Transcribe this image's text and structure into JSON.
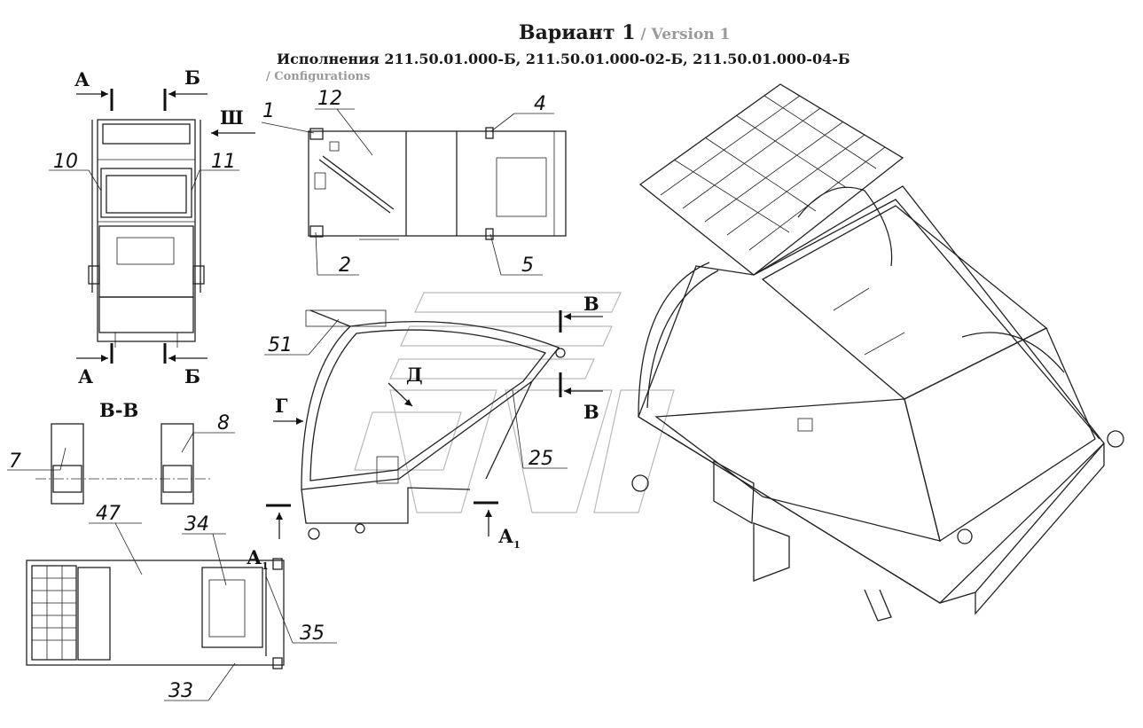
{
  "title": {
    "main": "Вариант 1",
    "en": " / Version 1"
  },
  "subtitle": {
    "main": "Исполнения 211.50.01.000-Б,  211.50.01.000-02-Б, 211.50.01.000-04-Б",
    "en": "/ Configurations"
  },
  "section_labels": {
    "a_top": "А",
    "b_top": "Б",
    "sh": "Ш",
    "a_bottom": "А",
    "b_bottom": "Б",
    "vv_title": "В-В",
    "v_top": "В",
    "v_bottom": "В",
    "g": "Г",
    "d": "Д",
    "a1_left": "А",
    "a1_left_sub": "1",
    "a1_right": "А",
    "a1_right_sub": "1"
  },
  "callouts": {
    "c1": "1",
    "c2": "2",
    "c4": "4",
    "c5": "5",
    "c7": "7",
    "c8": "8",
    "c10": "10",
    "c11": "11",
    "c12": "12",
    "c25": "25",
    "c33": "33",
    "c34": "34",
    "c35": "35",
    "c47": "47",
    "c51": "51"
  }
}
